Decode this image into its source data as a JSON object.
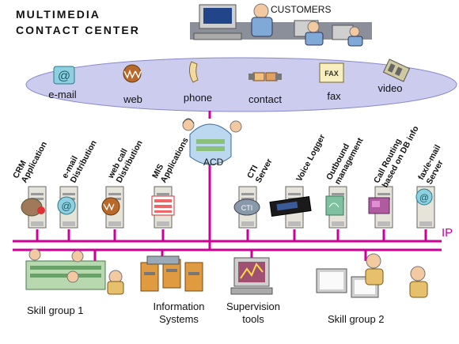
{
  "header": {
    "title_line1": "MULTIMEDIA",
    "title_line2": "CONTACT CENTER",
    "customers": "CUSTOMERS"
  },
  "channels": [
    {
      "label": "e-mail",
      "icon": "email-icon"
    },
    {
      "label": "web",
      "icon": "web-icon"
    },
    {
      "label": "phone",
      "icon": "phone-icon"
    },
    {
      "label": "contact",
      "icon": "handshake-icon"
    },
    {
      "label": "fax",
      "icon": "fax-icon"
    },
    {
      "label": "video",
      "icon": "video-icon"
    }
  ],
  "acd": {
    "label": "ACD"
  },
  "servers": [
    {
      "line1": "CRM",
      "line2": "Application"
    },
    {
      "line1": "e-mail",
      "line2": "Distribution"
    },
    {
      "line1": "web call",
      "line2": "Distribution"
    },
    {
      "line1": "MIS",
      "line2": "Applications"
    },
    {
      "line1": "CTI",
      "line2": "Server"
    },
    {
      "line1": "Voice Logger",
      "line2": ""
    },
    {
      "line1": "Outbound",
      "line2": "management"
    },
    {
      "line1": "Call Routing",
      "line2": "based on DB info"
    },
    {
      "line1": "fax/e-mail",
      "line2": "Server"
    }
  ],
  "network": {
    "label": "IP"
  },
  "bottom": {
    "skill1": "Skill group 1",
    "info_line1": "Information",
    "info_line2": "Systems",
    "sup_line1": "Supervision",
    "sup_line2": "tools",
    "skill2": "Skill group 2"
  },
  "colors": {
    "network": "#cc0099",
    "cloud": "#ccccee",
    "cloud_stroke": "#8888cc"
  }
}
